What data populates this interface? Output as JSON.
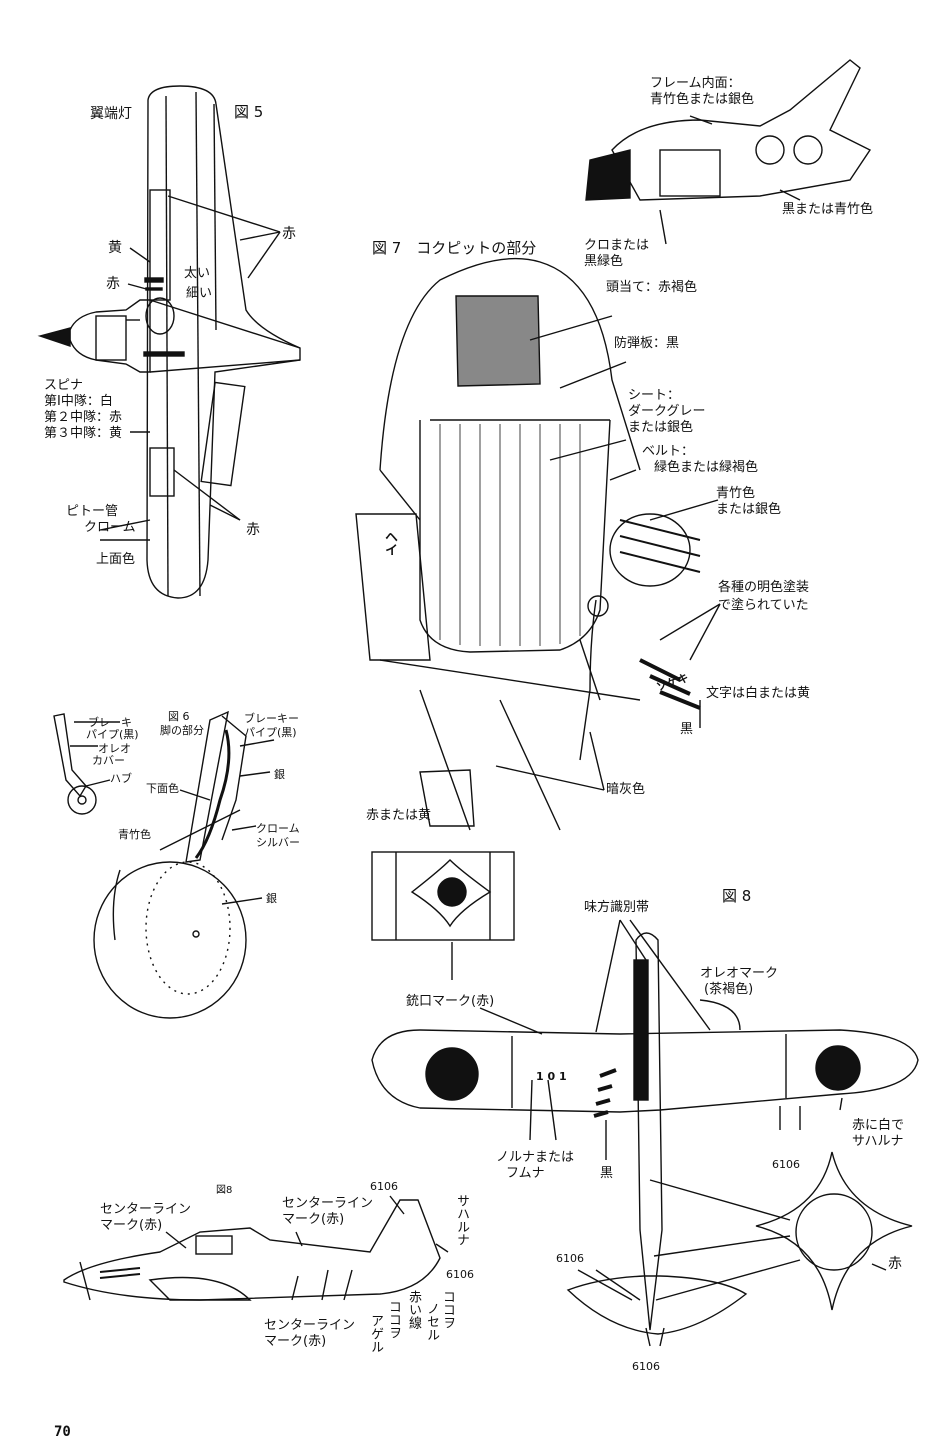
{
  "page_number": "70",
  "fig5": {
    "title": "図 5",
    "wingtip_light": "翼端灯",
    "red_top": "赤",
    "yellow": "黄",
    "red_left": "赤",
    "thick": "太い",
    "thin": "細い",
    "spinner": "スピナ",
    "sq1": "第Ⅰ中隊：白",
    "sq2": "第２中隊：赤",
    "sq3": "第３中隊：黄",
    "pitot": "ピトー管",
    "chrome": "クローム",
    "upper": "上面色",
    "red_bottom": "赤"
  },
  "fig6": {
    "title": "図 6",
    "subtitle": "脚の部分",
    "brake_pipe_l1": "ブレーキ",
    "brake_pipe_l2": "パイプ(黒)",
    "oleo_l1": "オレオ",
    "oleo_l2": "カバー",
    "hub": "ハブ",
    "under": "下面色",
    "brake_r1": "ブレーキー",
    "brake_r2": "パイプ(黒)",
    "silver1": "銀",
    "chrome1": "クローム",
    "chrome2": "シルバー",
    "bluebamboo": "青竹色",
    "silver2": "銀"
  },
  "fig7": {
    "title": "図 7　コクピットの部分",
    "frame1": "フレーム内面：",
    "frame2": "青竹色または銀色",
    "black_or_bamboo": "黒または青竹色",
    "black_green1": "クロまたは",
    "black_green2": "黒緑色",
    "headrest": "頭当て：赤褐色",
    "armor": "防弾板：黒",
    "seat1": "シート：",
    "seat2": "ダークグレー",
    "seat3": "または銀色",
    "belt1": "ベルト：",
    "belt2": "緑色または緑褐色",
    "lever1": "青竹色",
    "lever2": "または銀色",
    "bright1": "各種の明色塗装",
    "bright2": "で塗られていた",
    "text_white": "文字は白または黄",
    "black": "黒",
    "darkgray": "暗灰色",
    "red_or_yellow": "赤または黄",
    "cockpit_sign": "ソゲキ",
    "side_sign": "ヘイ"
  },
  "fig8": {
    "title": "図 8",
    "id_band": "味方識別帯",
    "oleo1": "オレオマーク",
    "oleo2": "(茶褐色)",
    "gun_mark": "銃口マーク(赤)",
    "noruna1": "ノルナまたは",
    "noruna2": "フムナ",
    "black": "黒",
    "red_white1": "赤に白で",
    "red_white2": "サハルナ",
    "num_6106_a": "6106",
    "num_6106_b": "6106",
    "num_6106_c": "6106",
    "red": "赤",
    "wing_mark": "1 0 1"
  },
  "fig8b": {
    "title": "図8",
    "center_l1": "センターライン",
    "center_l2": "マーク(赤)",
    "center_t1": "センターライン",
    "center_t2": "マーク(赤)",
    "center_b1": "センターライン",
    "center_b2": "マーク(赤)",
    "num_top": "6106",
    "num_right": "6106",
    "saharuna": "サハルナ",
    "red_line": "赤い線",
    "kokoyo": "ココヲ",
    "noseru": "ノセル",
    "kokoyo2": "ココヲ",
    "ageru": "アゲル"
  }
}
